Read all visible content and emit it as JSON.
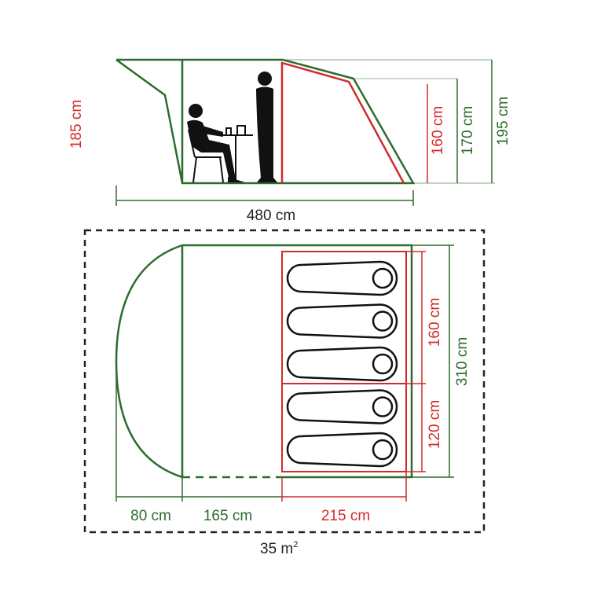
{
  "colors": {
    "outline": "#2e6b2e",
    "sleeping": "#d42a2a",
    "figure": "#111111",
    "footprint": "#222222"
  },
  "side_view": {
    "height_left": "185 cm",
    "height_inner": "160 cm",
    "height_mid": "170 cm",
    "height_total": "195 cm",
    "length": "480 cm"
  },
  "top_view": {
    "width_total": "310 cm",
    "width_upper": "160 cm",
    "width_lower": "120 cm",
    "depth_porch": "80 cm",
    "depth_living": "165 cm",
    "depth_sleeping": "215 cm",
    "area_number": "35 m",
    "area_exponent": "2",
    "sleeping_bags": 5
  }
}
